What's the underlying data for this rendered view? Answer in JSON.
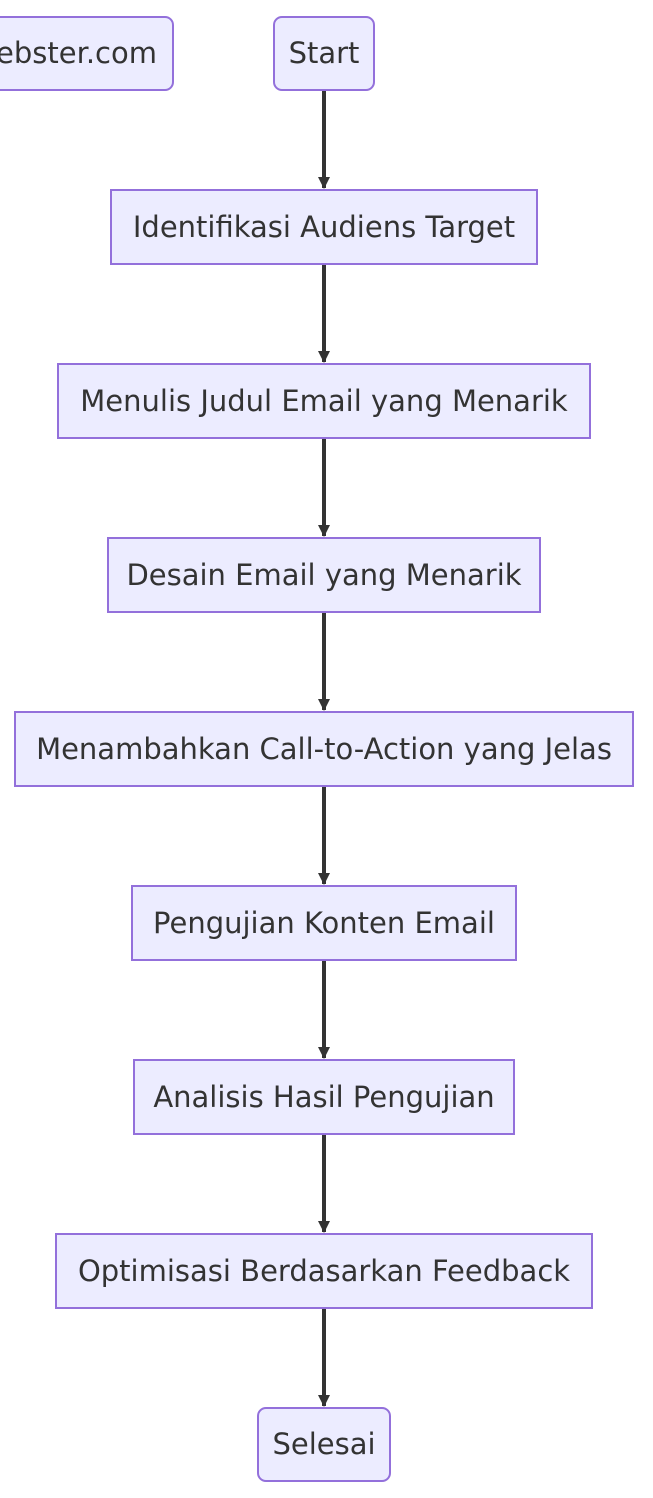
{
  "diagram": {
    "colors": {
      "node_fill": "#ececff",
      "node_stroke": "#9370db",
      "edge": "#333333",
      "text": "#333333"
    },
    "floating_node": {
      "label": "ebster.com"
    },
    "steps": [
      {
        "id": "start",
        "label": "Start"
      },
      {
        "id": "identify-audience",
        "label": "Identifikasi Audiens Target"
      },
      {
        "id": "write-subject",
        "label": "Menulis Judul Email yang Menarik"
      },
      {
        "id": "design-email",
        "label": "Desain Email yang Menarik"
      },
      {
        "id": "add-cta",
        "label": "Menambahkan Call-to-Action yang Jelas"
      },
      {
        "id": "test-content",
        "label": "Pengujian Konten Email"
      },
      {
        "id": "analyze-results",
        "label": "Analisis Hasil Pengujian"
      },
      {
        "id": "optimize",
        "label": "Optimisasi Berdasarkan Feedback"
      },
      {
        "id": "end",
        "label": "Selesai"
      }
    ],
    "edges": [
      {
        "from": "start",
        "to": "identify-audience"
      },
      {
        "from": "identify-audience",
        "to": "write-subject"
      },
      {
        "from": "write-subject",
        "to": "design-email"
      },
      {
        "from": "design-email",
        "to": "add-cta"
      },
      {
        "from": "add-cta",
        "to": "test-content"
      },
      {
        "from": "test-content",
        "to": "analyze-results"
      },
      {
        "from": "analyze-results",
        "to": "optimize"
      },
      {
        "from": "optimize",
        "to": "end"
      }
    ]
  }
}
